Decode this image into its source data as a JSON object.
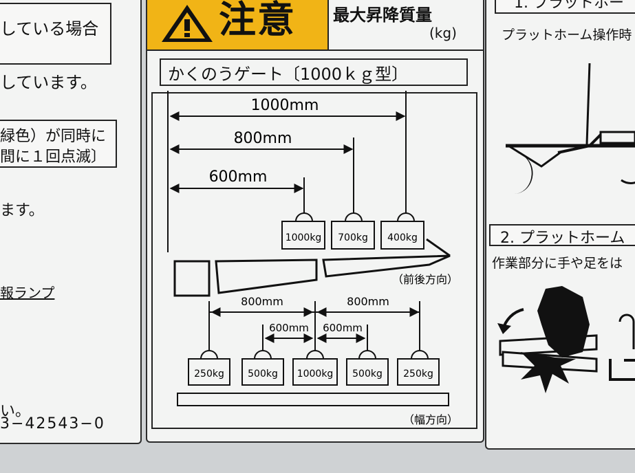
{
  "left_panel": {
    "lines": [
      "している場合",
      "しています。",
      "緑色）が同時に",
      "間に１回点滅〕",
      "ます。",
      "報ランプ",
      "い。",
      "3−42543−0"
    ]
  },
  "header": {
    "warning": "注意",
    "load_label": "最大昇降質量",
    "load_unit": "(kg)"
  },
  "model_title": "かくのうゲート〔1000ｋｇ型〕",
  "front_back": {
    "distances": [
      "1000mm",
      "800mm",
      "600mm"
    ],
    "weights": [
      "1000kg",
      "700kg",
      "400kg"
    ],
    "direction": "（前後方向）"
  },
  "width": {
    "distances": [
      "800mm",
      "600mm",
      "600mm",
      "800mm"
    ],
    "weights": [
      "250kg",
      "500kg",
      "1000kg",
      "500kg",
      "250kg"
    ],
    "direction": "（幅方向）"
  },
  "right_panel": {
    "section1_title": "1. プラットホー",
    "section1_text": "プラットホーム操作時",
    "section2_title": "2. プラットホーム",
    "section2_text": "作業部分に手や足をは"
  }
}
